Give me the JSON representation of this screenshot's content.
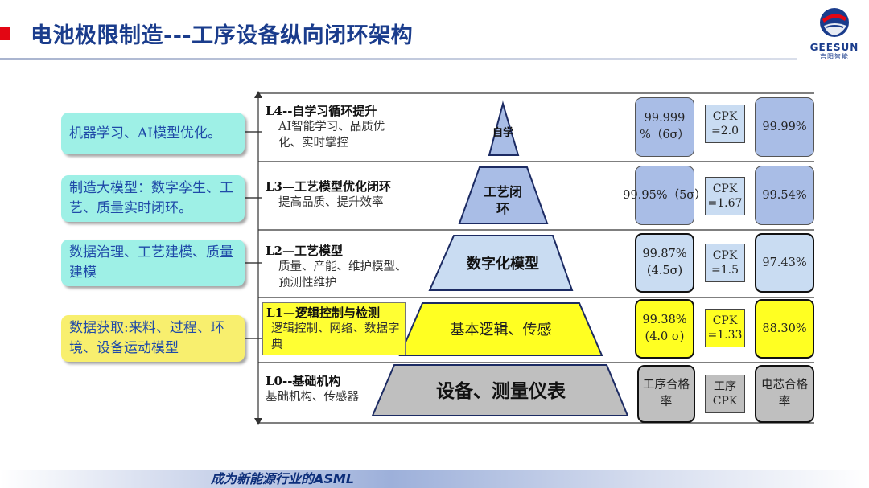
{
  "header": {
    "title": "电池极限制造---工序设备纵向闭环架构",
    "logo_text": "GEESUN",
    "logo_cn": "吉阳智能",
    "accent_color": "#e30613",
    "title_color": "#1a3c8c"
  },
  "notes": [
    {
      "text": "机器学习、AI模型优化。",
      "color": "#9ef0e6"
    },
    {
      "text": "制造大模型：数字孪生、工艺、质量实时闭环。",
      "color": "#9ef0e6"
    },
    {
      "text": "数据治理、工艺建模、质量建模",
      "color": "#9ef0e6"
    },
    {
      "text": "数据获取:来料、过程、环境、设备运动模型",
      "color": "#f8ef6e"
    }
  ],
  "levels": [
    {
      "title": "L4--自学习循环提升",
      "desc": "AI智能学习、品质优化、实时掌控"
    },
    {
      "title": "L3—工艺模型优化闭环",
      "desc": "提高品质、提升效率"
    },
    {
      "title": "L2—工艺模型",
      "desc": "质量、产能、维护模型、预测性维护"
    },
    {
      "title": "L1—逻辑控制与检测",
      "desc": "逻辑控制、网络、数据字典"
    },
    {
      "title": "L0--基础机构",
      "desc": "基础机构、传感器"
    }
  ],
  "pyramid": [
    {
      "label": "自学",
      "color": "#a9bde6"
    },
    {
      "label": "工艺闭环",
      "color": "#a9bde6"
    },
    {
      "label": "数字化模型",
      "color": "#c9dcf2"
    },
    {
      "label": "基本逻辑、传感",
      "color": "#ffff22"
    },
    {
      "label": "设备、测量仪表",
      "color": "#bfbfbf"
    }
  ],
  "metrics": [
    {
      "yield": "99.999 %（6σ）",
      "cpk": "CPK =2.0",
      "cell": "99.99%"
    },
    {
      "yield": "99.95%（5σ）",
      "cpk": "CPK =1.67",
      "cell": "99.54%"
    },
    {
      "yield": "99.87% (4.5σ)",
      "cpk": "CPK =1.5",
      "cell": "97.43%"
    },
    {
      "yield": "99.38% (4.0 σ)",
      "cpk": "CPK =1.33",
      "cell": "88.30%"
    },
    {
      "yield": "工序合格率",
      "cpk": "工序 CPK",
      "cell": "电芯合格率"
    }
  ],
  "footer": {
    "slogan": "成为新能源行业的ASML"
  }
}
